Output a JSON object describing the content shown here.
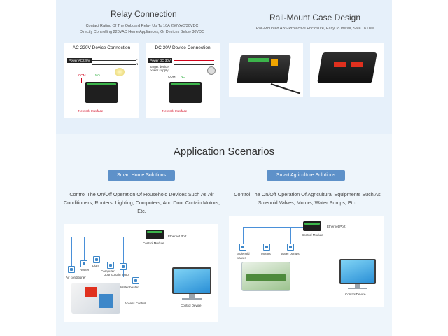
{
  "relay": {
    "title": "Relay Connection",
    "desc_line1": "Contact Rating Of The Onboard Relay Up To 10A 250VAC/30VDC",
    "desc_line2": "Directly Controlling 220VAC Home Appliances, Or Devices Below 30VDC",
    "ac_card": {
      "title": "AC 220V Device Connection",
      "power_tag": "Power AC220V",
      "l": "L",
      "n": "N",
      "com": "COM",
      "no": "NO",
      "network": "Network Interface"
    },
    "dc_card": {
      "title": "DC 30V Device Connection",
      "power_tag": "Power DC 30V",
      "target_line1": "Target device",
      "target_line2": "power supply",
      "com": "COM",
      "no": "NO",
      "network": "Network Interface"
    }
  },
  "rail": {
    "title": "Rail-Mount Case Design",
    "desc": "Rail-Mounted ABS Protective Enclosure, Easy To Install, Safe To Use"
  },
  "application": {
    "title": "Application Scenarios",
    "home": {
      "button": "Smart Home Solutions",
      "para": "Control The On/Off Operation Of Household Devices Such As Air Conditioners, Routers, Lighting, Computers, And Door Curtain Motors, Etc.",
      "ethernet": "Ethernet Port",
      "control_module": "Control Module",
      "router": "Router",
      "light": "Light",
      "computer": "Computer",
      "air_conditioner": "Air conditioner",
      "door_curtain": "Door curtain motor",
      "water_heater": "Water heater",
      "access_control": "Access Control",
      "control_device": "Control Device"
    },
    "agri": {
      "button": "Smart Agriculture Solutions",
      "para": "Control The On/Off Operation Of Agricultural Equipments Such As Solenoid Valves, Motors, Water Pumps, Etc.",
      "ethernet": "Ethernet Port",
      "control_module": "Control Module",
      "solenoid": "Solenoid valves",
      "motors": "Motors",
      "pumps": "Water pumps",
      "control_device": "Control Device"
    }
  },
  "colors": {
    "accent": "#5e91c9",
    "network_red": "#d0021b",
    "wire_blue": "#4a90d9",
    "wire_green": "#3cb44b"
  }
}
